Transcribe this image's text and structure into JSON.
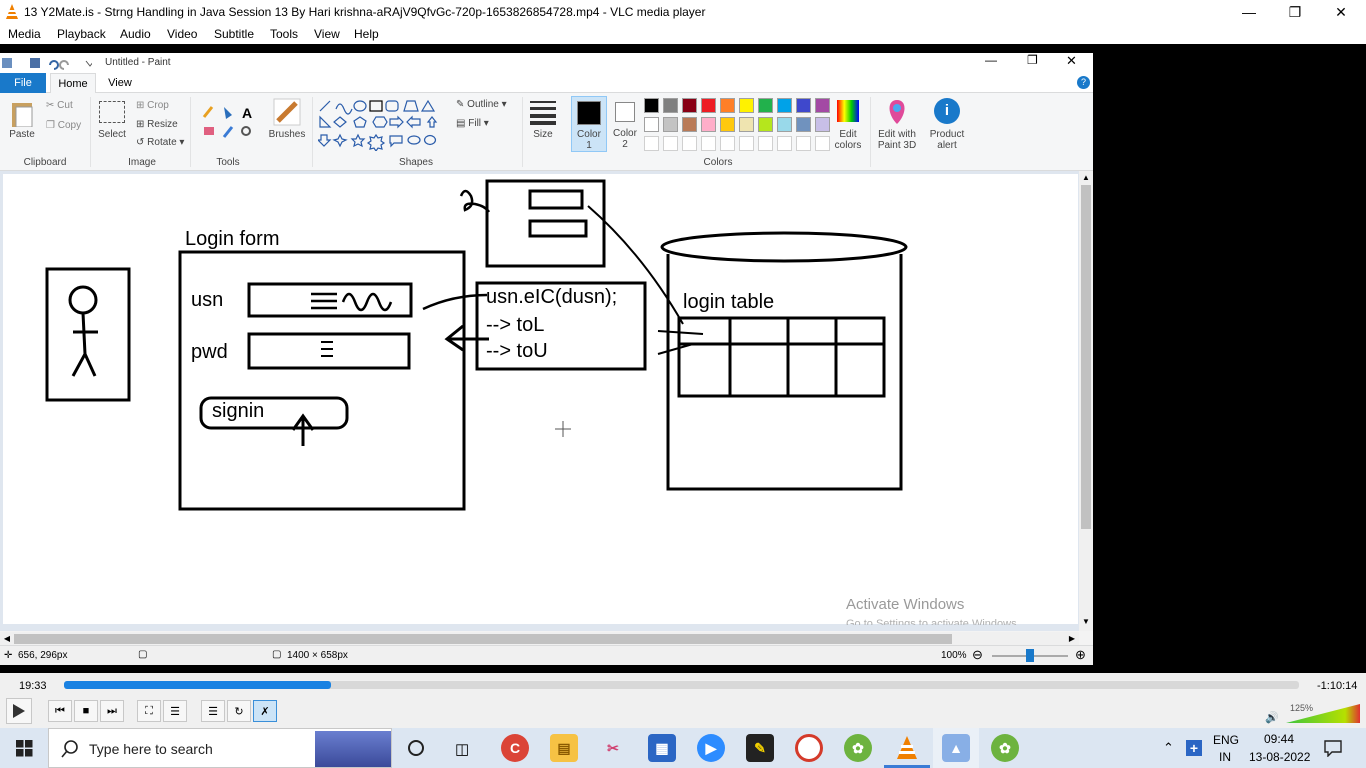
{
  "vlc": {
    "title": "13 Y2Mate.is - Strng Handling in Java Session 13 By Hari krishna-aRAjV9QfvGc-720p-1653826854728.mp4 - VLC media player",
    "menu": [
      "Media",
      "Playback",
      "Audio",
      "Video",
      "Subtitle",
      "Tools",
      "View",
      "Help"
    ],
    "time_elapsed": "19:33",
    "time_remaining": "-1:10:14",
    "progress_fraction": 0.216,
    "volume_label": "125%",
    "volume_fraction": 1.0
  },
  "paint": {
    "title": "Untitled - Paint",
    "tabs": {
      "file": "File",
      "home": "Home",
      "view": "View"
    },
    "clipboard": {
      "paste": "Paste",
      "cut": "Cut",
      "copy": "Copy",
      "group": "Clipboard"
    },
    "image": {
      "select": "Select",
      "crop": "Crop",
      "resize": "Resize",
      "rotate": "Rotate",
      "group": "Image"
    },
    "tools_group": "Tools",
    "brushes": "Brushes",
    "shapes": {
      "outline": "Outline",
      "fill": "Fill",
      "group": "Shapes"
    },
    "size": "Size",
    "color1": "Color\n1",
    "color2": "Color\n2",
    "colors_group": "Colors",
    "edit_colors": "Edit\ncolors",
    "edit_paint3d": "Edit with\nPaint 3D",
    "product_alert": "Product\nalert",
    "palette_row1": [
      "#000000",
      "#7f7f7f",
      "#880015",
      "#ed1c24",
      "#ff7f27",
      "#fff200",
      "#22b14c",
      "#00a2e8",
      "#3f48cc",
      "#a349a4"
    ],
    "palette_row2": [
      "#ffffff",
      "#c3c3c3",
      "#b97a57",
      "#ffaec9",
      "#ffc90e",
      "#efe4b0",
      "#b5e61d",
      "#99d9ea",
      "#7092be",
      "#c8bfe7"
    ],
    "status": {
      "cursor_pos": "656, 296px",
      "canvas_size": "1400 × 658px",
      "zoom": "100%"
    }
  },
  "drawing": {
    "login_form_label": "Login form",
    "usn_label": "usn",
    "pwd_label": "pwd",
    "signin_label": "signin",
    "code_line1": "usn.eIC(dusn);",
    "code_line2": "--> toL",
    "code_line3": "--> toU",
    "table_label": "login table"
  },
  "watermark": {
    "line1": "Activate Windows",
    "line2": "Go to Settings to activate Windows."
  },
  "taskbar": {
    "search_placeholder": "Type here to search",
    "lang": "ENG",
    "region": "IN",
    "time": "09:44",
    "date": "13-08-2022"
  }
}
